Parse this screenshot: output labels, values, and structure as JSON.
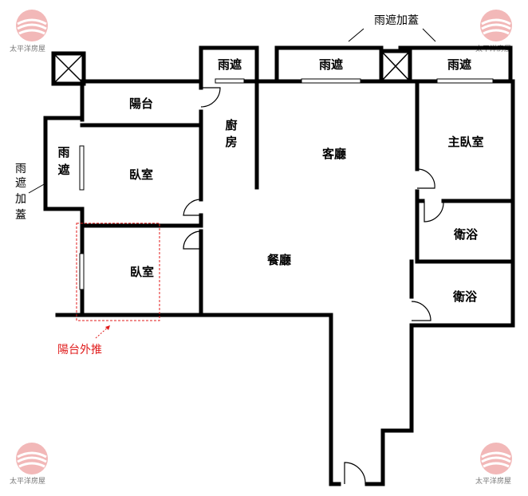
{
  "rooms": {
    "balcony": "陽台",
    "bedroom_upper": "臥室",
    "bedroom_lower": "臥室",
    "kitchen_line1": "廚",
    "kitchen_line2": "房",
    "living_room": "客廳",
    "dining_room": "餐廳",
    "master_bedroom": "主臥室",
    "bath_upper": "衛浴",
    "bath_lower": "衛浴"
  },
  "canopies": {
    "top_left": "雨遮",
    "top_mid": "雨遮",
    "top_right": "雨遮",
    "side_line1": "雨",
    "side_line2": "遮"
  },
  "notes": {
    "top_callout": "雨遮加蓋",
    "side_callout_lines": [
      "雨",
      "遮",
      "加",
      "蓋"
    ],
    "balcony_extension": "陽台外推"
  },
  "watermark": {
    "text": "太平洋房屋",
    "color": "#e07070"
  },
  "colors": {
    "wall": "#000000",
    "accent_red": "#e01b1b"
  }
}
